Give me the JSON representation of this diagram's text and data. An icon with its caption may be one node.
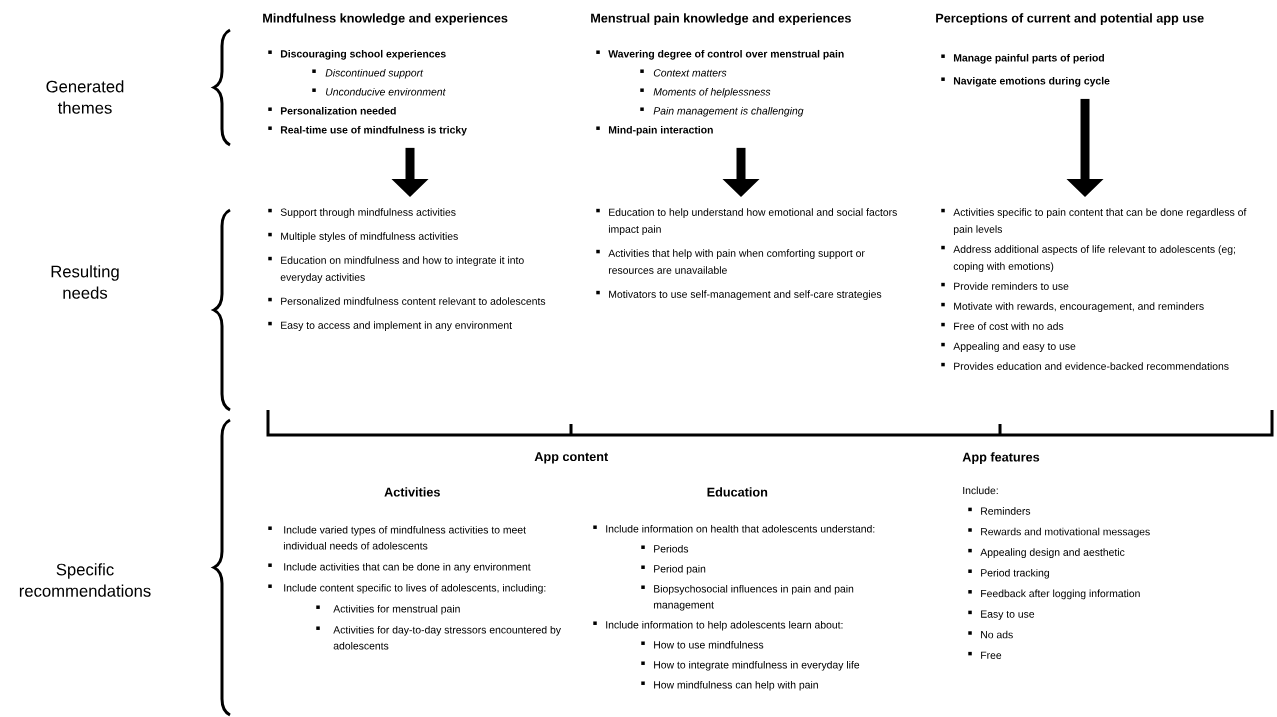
{
  "diagram": {
    "nodes": [
      {
        "text": [
          "Mindfulness knowledge and experiences",
          "Discouraging school experiences",
          "Discontinued support",
          "Unconducive environment",
          "Personalization needed",
          "Real-time use of mindfulness is tricky"
        ]
      },
      {
        "text": [
          "Menstrual pain knowledge and experiences",
          "Wavering degree of control over menstrual pain",
          "Context matters",
          "Moments of helplessness",
          "Pain management is challenging",
          "Mind-pain interaction"
        ]
      },
      {
        "text": [
          "Perceptions of current and potential app use",
          "Manage painful parts of period",
          "Navigate emotions during cycle"
        ]
      },
      {
        "text": [
          "Support through mindfulness activities",
          "Multiple styles of mindfulness activities",
          "Education on mindfulness and how to integrate it into everyday activities",
          "Personalized mindfulness content relevant to adolescents",
          "Easy to access and implement in any environment"
        ]
      },
      {
        "text": [
          "Education to help understand how emotional and social factors impact pain",
          "Activities that help with pain when comforting support or resources are unavailable",
          "Motivators to use self-management and self-care strategies"
        ]
      },
      {
        "text": [
          "Activities specific to pain content that can be done regardless of pain levels",
          "Address additional aspects of life relevant to adolescents (eg; coping with emotions)",
          "Provide reminders to use",
          "Motivate with rewards, encouragement, and reminders",
          "Free of cost with no ads",
          "Appealing and easy to use",
          "Provides education and evidence-backed recommendations"
        ]
      },
      {
        "text": [
          "App content"
        ]
      },
      {
        "text": [
          "Activities",
          "Include varied types of mindfulness activities to meet individual needs of adolescents",
          "Include activities that can be done in any environment",
          "Include content specific to lives of adolescents, including:",
          "Activities for menstrual pain",
          "Activities for day-to-day stressors encountered by adolescents"
        ]
      },
      {
        "text": [
          "Education",
          "Include information on health that adolescents understand:",
          "Periods",
          "Period pain",
          "Biopsychosocial influences in pain and pain management",
          "Include information to help adolescents learn about:",
          "How to use mindfulness",
          "How to integrate mindfulness in everyday life",
          "How mindfulness can help with pain"
        ]
      },
      {
        "text": [
          "App features",
          "Include:",
          "Reminders",
          "Rewards and motivational messages",
          "Appealing design and aesthetic",
          "Period tracking",
          "Feedback after logging information",
          "Easy to use",
          "No ads",
          "Free"
        ]
      }
    ],
    "edges": [
      {
        "from": 0,
        "to": 3,
        "arrow": "to"
      },
      {
        "from": 1,
        "to": 4,
        "arrow": "to"
      },
      {
        "from": 2,
        "to": 5,
        "arrow": "to"
      }
    ],
    "labels": [
      "Generated themes",
      "Resulting needs",
      "Specific recommendations"
    ]
  }
}
